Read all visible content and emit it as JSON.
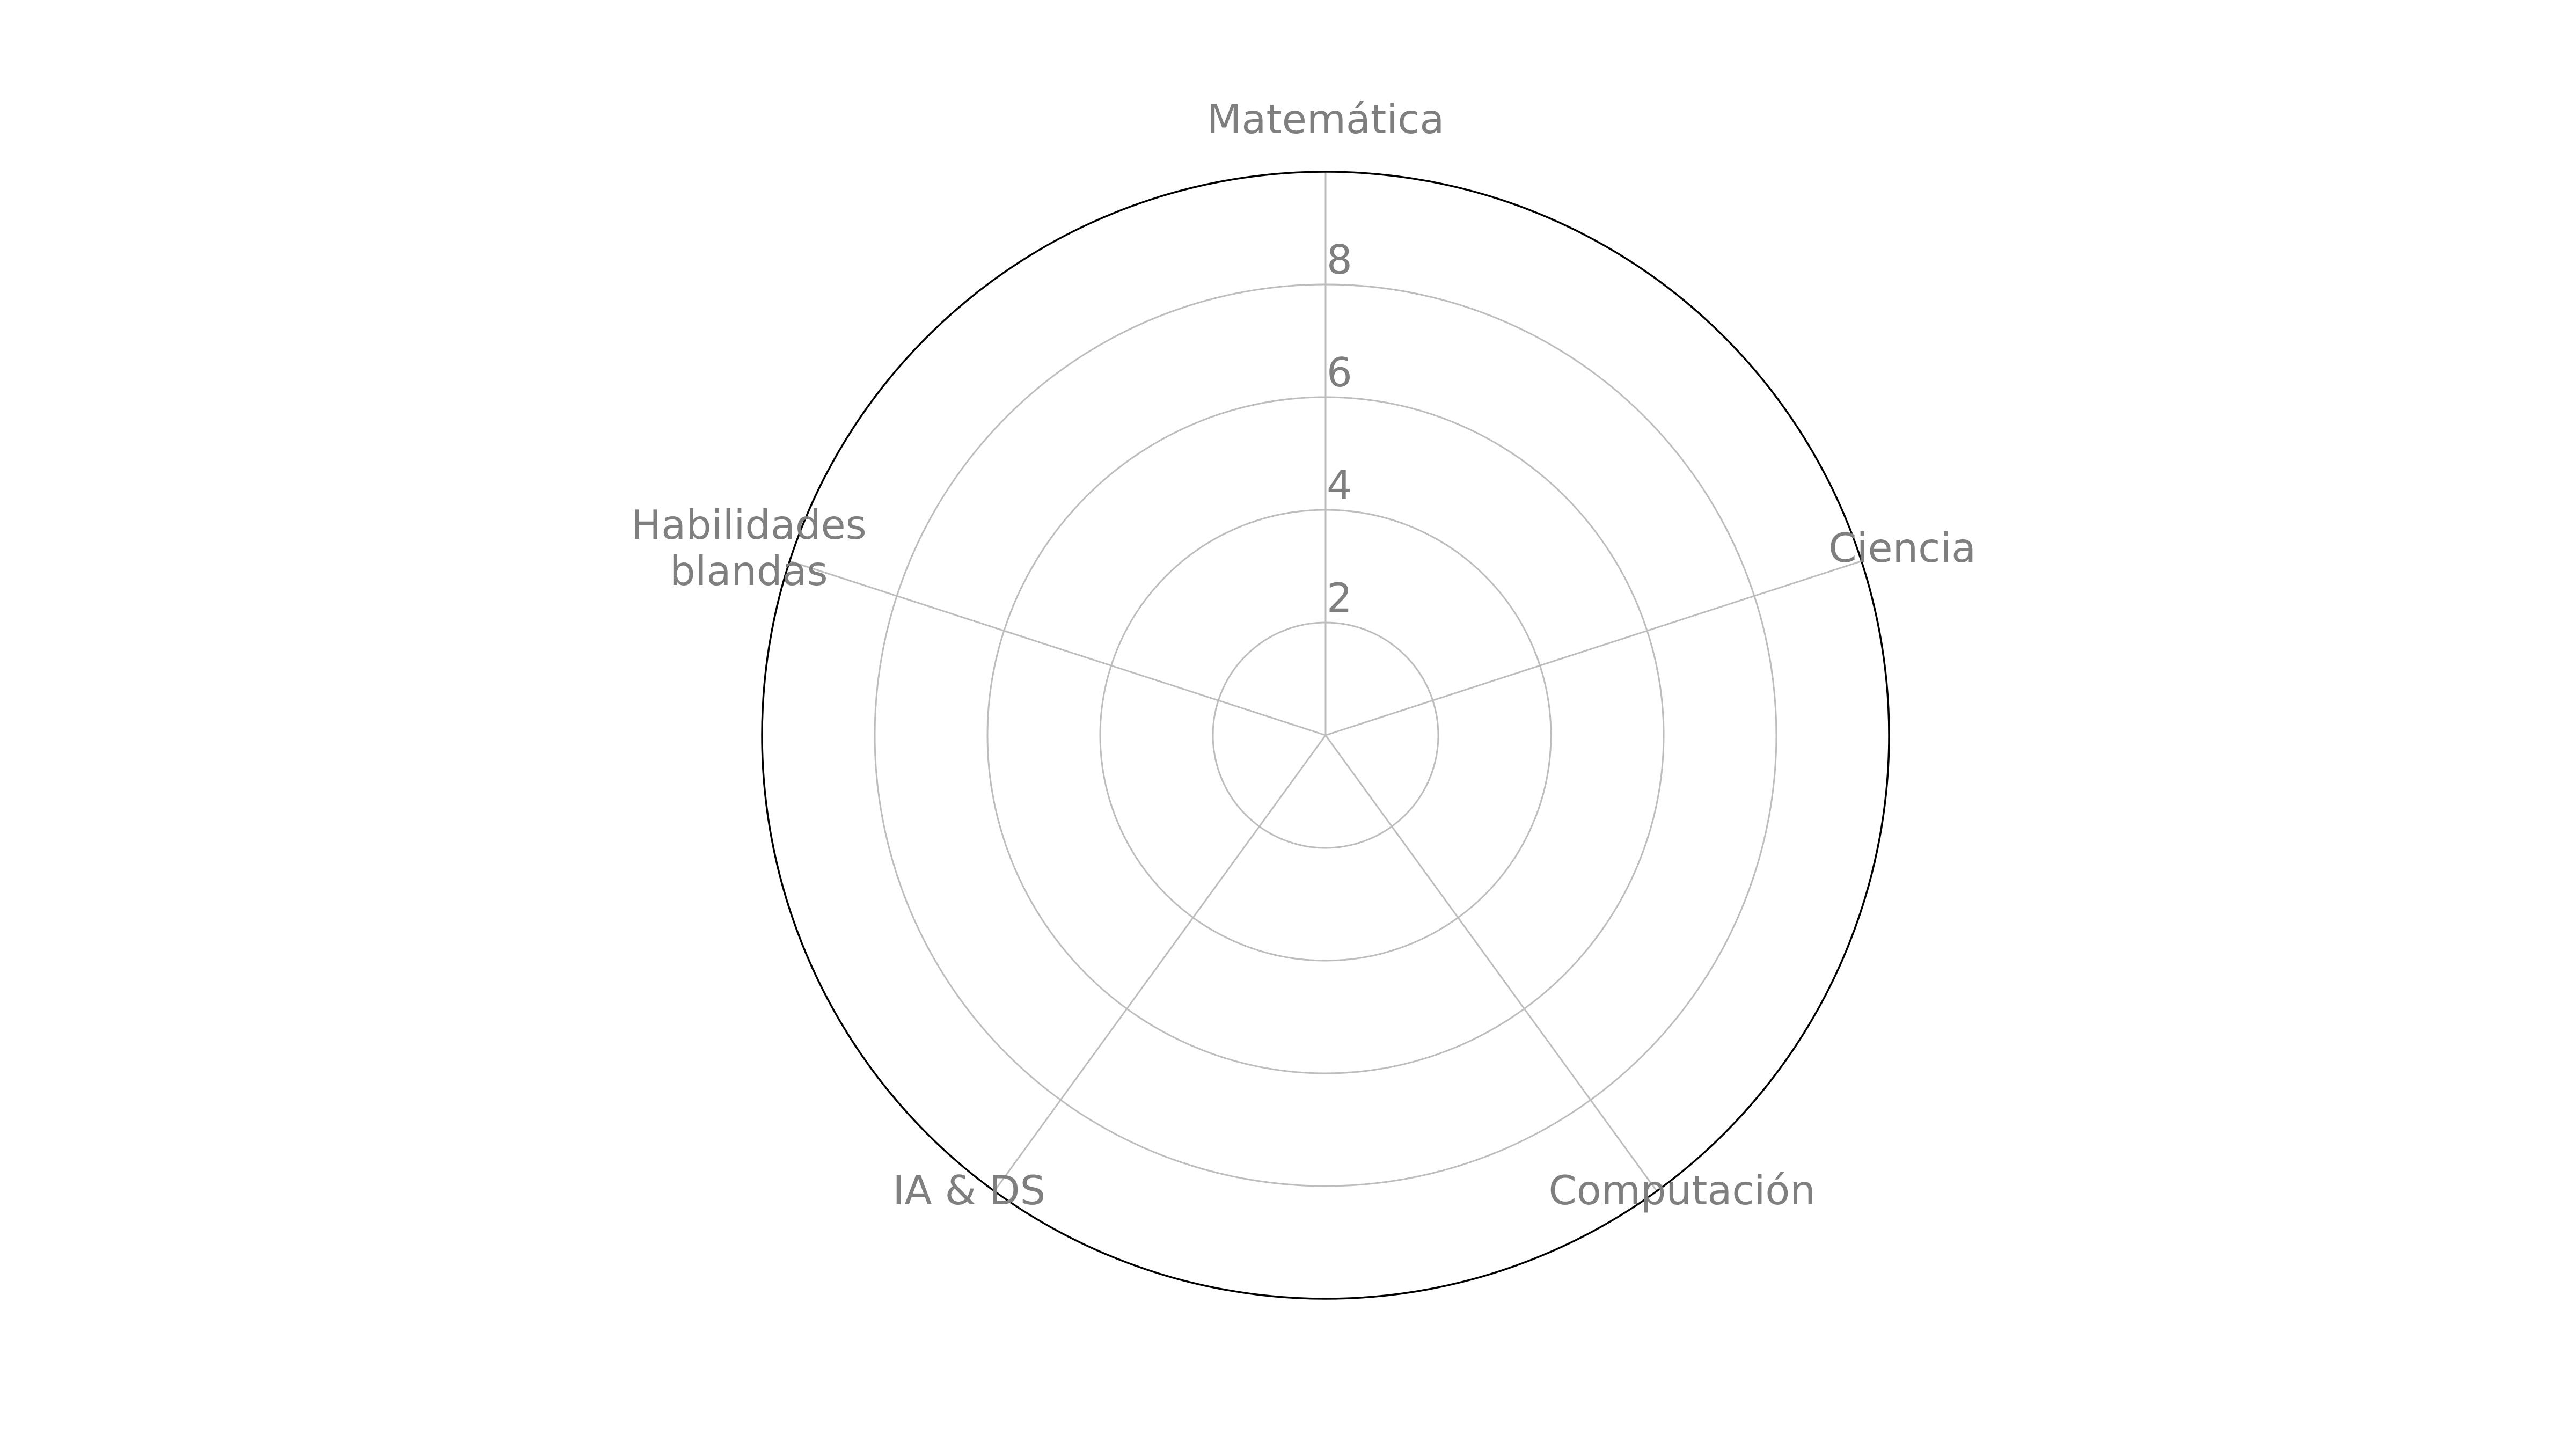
{
  "chart_data": {
    "type": "radar",
    "categories": [
      "Matemática",
      "Ciencia",
      "Computación",
      "IA & DS",
      "Habilidades\nblandas"
    ],
    "series": [],
    "rlim": [
      0,
      10
    ],
    "rticks": [
      2,
      4,
      6,
      8
    ],
    "rtick_labels": [
      "2",
      "4",
      "6",
      "8"
    ],
    "grid": true,
    "title": "",
    "colors": {
      "grid": "#bdbdbd",
      "frame": "#000000",
      "text": "#7f7f7f"
    }
  }
}
